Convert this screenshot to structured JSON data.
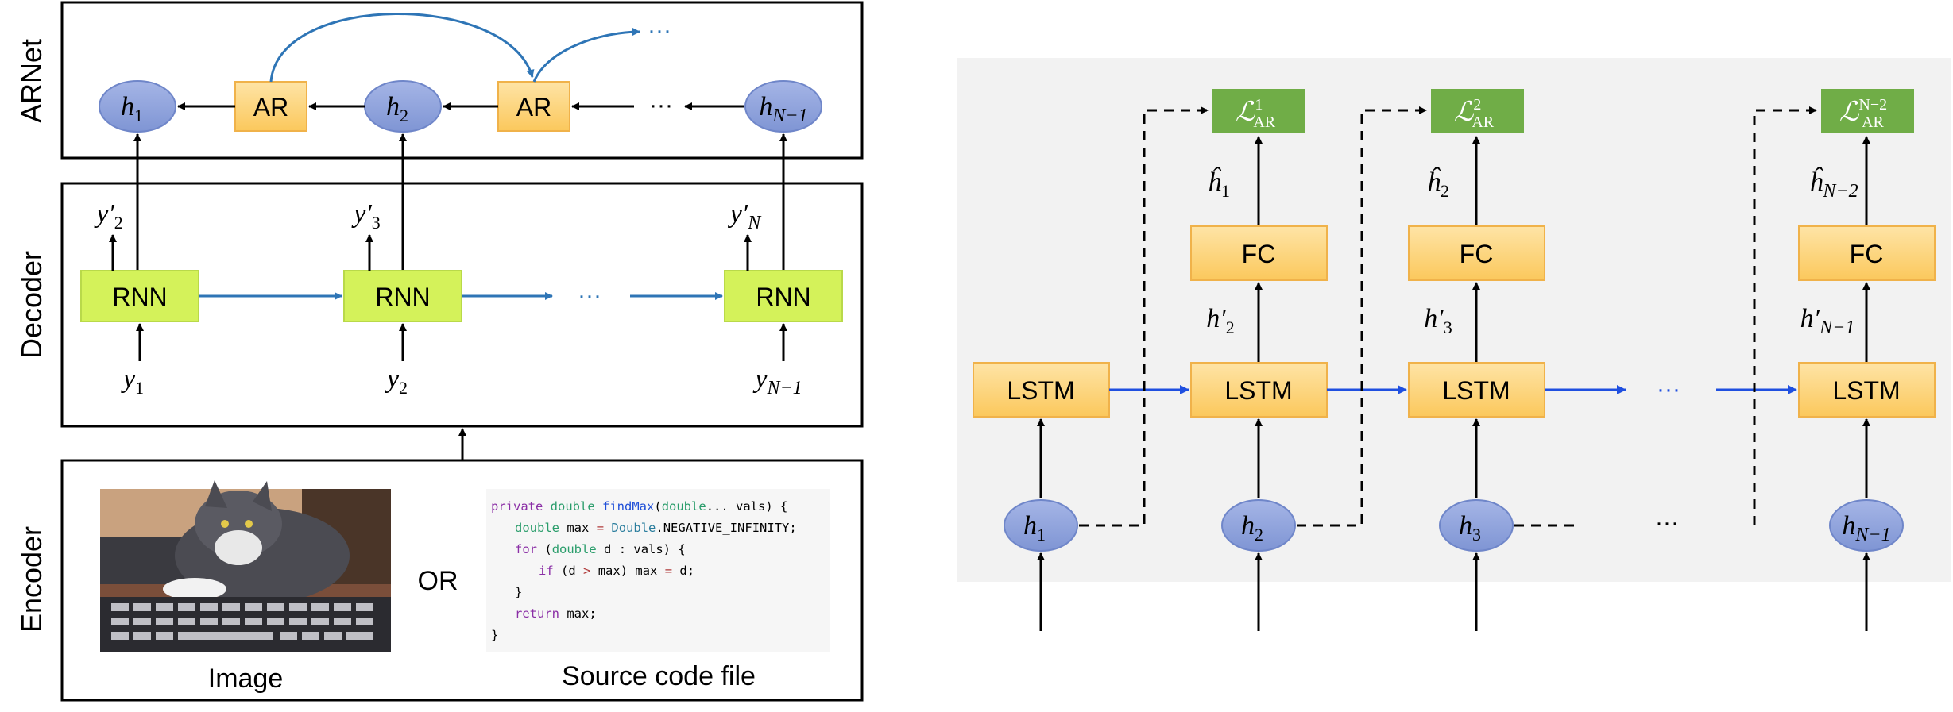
{
  "left": {
    "section_labels": {
      "arnet": "ARNet",
      "decoder": "Decoder",
      "encoder": "Encoder"
    },
    "arnet": {
      "h1": "h",
      "h1_sub": "1",
      "h2": "h",
      "h2_sub": "2",
      "hN": "h",
      "hN_sub": "N−1",
      "ar1": "AR",
      "ar2": "AR",
      "ellipsis": "···",
      "blue_ellipsis": "···"
    },
    "decoder": {
      "rnn1": "RNN",
      "rnn2": "RNN",
      "rnn3": "RNN",
      "ellipsis": "···",
      "out1": "y′",
      "out1_sub": "2",
      "out2": "y′",
      "out2_sub": "3",
      "out3": "y′",
      "out3_sub": "N",
      "in1": "y",
      "in1_sub": "1",
      "in2": "y",
      "in2_sub": "2",
      "in3": "y",
      "in3_sub": "N−1"
    },
    "encoder": {
      "or_label": "OR",
      "image_caption": "Image",
      "code_caption": "Source code file",
      "code": {
        "l1_kw": "private",
        "l1_t1": "double",
        "l1_fn": "findMax",
        "l1_rest1": "(",
        "l1_t2": "double",
        "l1_rest2": "... vals) {",
        "l2_t": "double",
        "l2_rest": "max",
        "l2_eq": "=",
        "l2_cls": "Double",
        "l2_rest2": ".NEGATIVE_INFINITY;",
        "l3_kw": "for",
        "l3_rest1": "(",
        "l3_t": "double",
        "l3_rest2": "d : vals) {",
        "l4_kw": "if",
        "l4_rest1": "(d",
        "l4_op": ">",
        "l4_rest2": "max) max",
        "l4_eq": "=",
        "l4_rest3": "d;",
        "l5": "}",
        "l6_kw": "return",
        "l6_rest": "max;",
        "l7": "}"
      }
    }
  },
  "right": {
    "lstm_labels": [
      "LSTM",
      "LSTM",
      "LSTM",
      "LSTM"
    ],
    "fc_labels": [
      "FC",
      "FC",
      "FC"
    ],
    "loss_labels": [
      {
        "main": "ℒ",
        "sup": "1",
        "sub": "AR"
      },
      {
        "main": "ℒ",
        "sup": "2",
        "sub": "AR"
      },
      {
        "main": "ℒ",
        "sup": "N−2",
        "sub": "AR"
      }
    ],
    "hidden_nodes": [
      {
        "main": "h",
        "sub": "1"
      },
      {
        "main": "h",
        "sub": "2"
      },
      {
        "main": "h",
        "sub": "3"
      },
      {
        "main": "h",
        "sub": "N−1"
      }
    ],
    "hat_labels": [
      {
        "main": "ĥ",
        "sub": "1"
      },
      {
        "main": "ĥ",
        "sub": "2"
      },
      {
        "main": "ĥ",
        "sub": "N−2"
      }
    ],
    "prime_labels": [
      {
        "main": "h′",
        "sub": "2"
      },
      {
        "main": "h′",
        "sub": "3"
      },
      {
        "main": "h′",
        "sub": "N−1"
      }
    ],
    "ellipsis_blue": "···",
    "ellipsis_black": "···"
  },
  "colors": {
    "node_blue": "#8ea3dc",
    "node_stroke": "#6f86c9",
    "ar_orange": "#fcd27a",
    "rnn_green": "#d4f25a",
    "lstm_orange": "#fdd27a",
    "loss_green": "#70ad47",
    "arrow_blue": "#2e75b6",
    "arrow_bright_blue": "#1f4fe0",
    "panel_gray": "#f2f2f2"
  }
}
